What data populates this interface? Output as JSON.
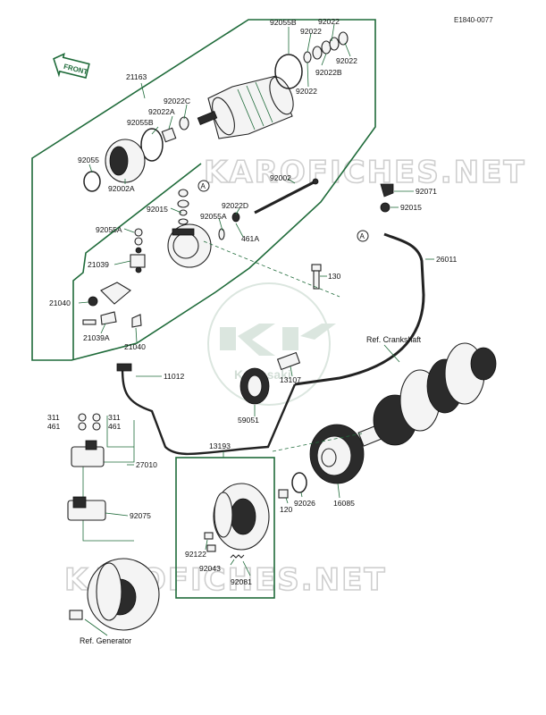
{
  "diagram_code": "E1840-0077",
  "front_label": "FRONT",
  "watermark_text": "KAROFICHES.NET",
  "logo_text": "Kawasaki",
  "callout_A": "A",
  "colors": {
    "frame": "#1f6b3a",
    "ink": "#111111",
    "watermark": "#cfcfcf"
  },
  "parts": {
    "p21163": "21163",
    "p92055B_top": "92055B",
    "p92022_a": "92022",
    "p92022_b": "92022",
    "p92022_c": "92022",
    "p92022B": "92022B",
    "p92022_d": "92022",
    "p92022C": "92022C",
    "p92022A": "92022A",
    "p92055B_mid": "92055B",
    "p92055": "92055",
    "p92002A": "92002A",
    "p92015_left": "92015",
    "p92055A_left": "92055A",
    "p92055A_right": "92055A",
    "p92022D": "92022D",
    "p461A": "461A",
    "p92002": "92002",
    "p92071": "92071",
    "p92015_right": "92015",
    "p26011": "26011",
    "p21039": "21039",
    "p130": "130",
    "p21040_a": "21040",
    "p21039A": "21039A",
    "p21040_b": "21040",
    "p11012": "11012",
    "p13107": "13107",
    "p59051": "59051",
    "p311_a": "311",
    "p311_b": "311",
    "p461_a": "461",
    "p461_b": "461",
    "p27010": "27010",
    "p92075": "92075",
    "p13193": "13193",
    "p120": "120",
    "p92026": "92026",
    "p16085": "16085",
    "p92122": "92122",
    "p92043": "92043",
    "p92081": "92081"
  },
  "references": {
    "crankshaft": "Ref. Crankshaft",
    "generator": "Ref. Generator"
  }
}
